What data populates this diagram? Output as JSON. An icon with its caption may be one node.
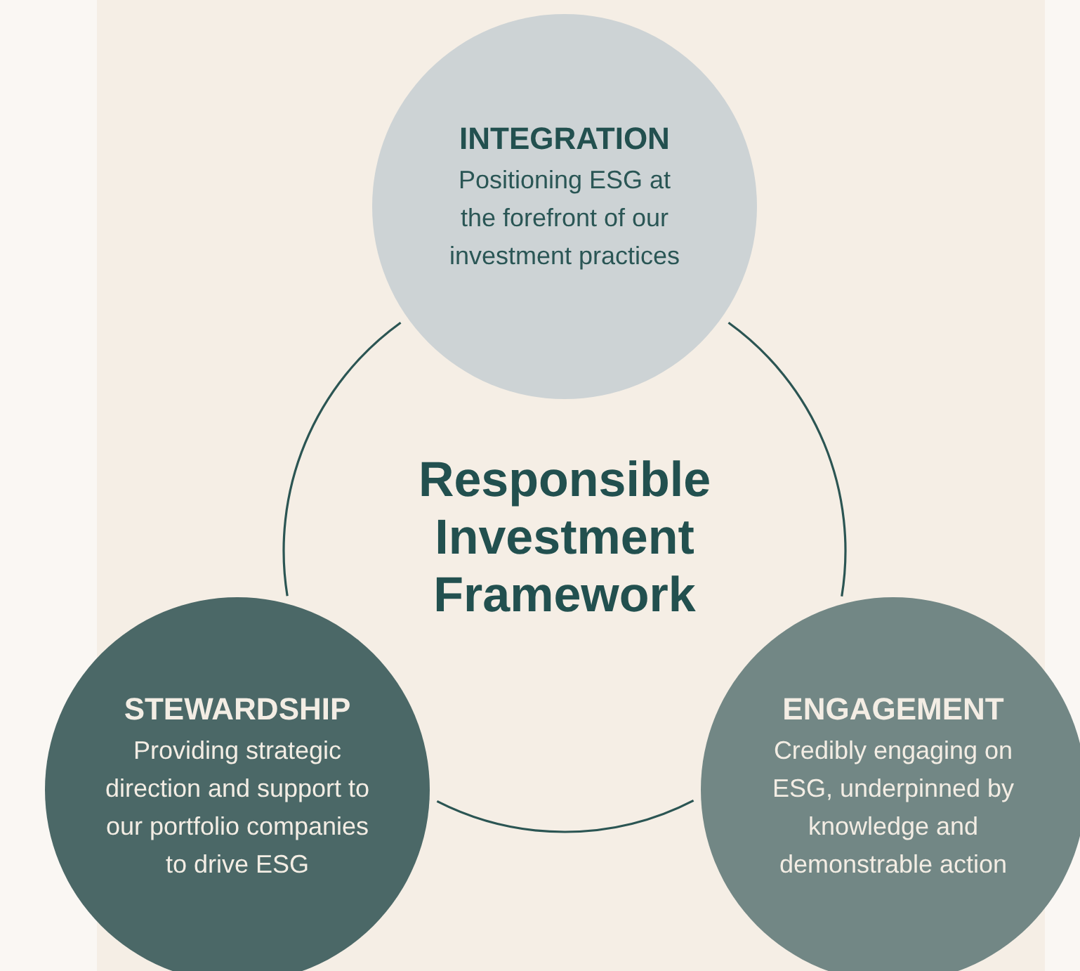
{
  "diagram": {
    "nodes": [
      {
        "text": [
          "INTEGRATION",
          "Positioning ESG at the forefront of our investment practices"
        ]
      },
      {
        "text": [
          "Responsible Investment Framework"
        ]
      },
      {
        "text": [
          "STEWARDSHIP",
          "Providing strategic direction and support to our portfolio companies to drive ESG"
        ]
      },
      {
        "text": [
          "ENGAGEMENT",
          "Credibly engaging on ESG, underpinned by knowledge and demonstrable action"
        ]
      }
    ]
  }
}
